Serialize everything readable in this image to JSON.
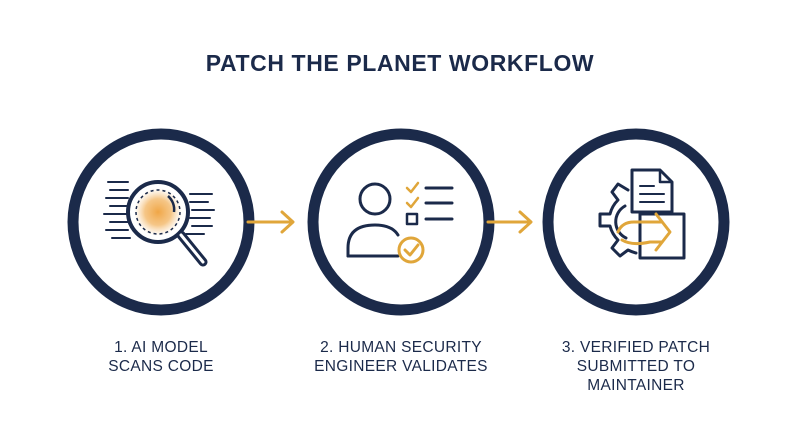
{
  "title": "PATCH THE PLANET WORKFLOW",
  "colors": {
    "navy": "#1b2a4a",
    "gold": "#e0a63a",
    "highlight": "#f0a646"
  },
  "steps": [
    {
      "icon": "magnifier-scan-icon",
      "label_lines": [
        "1. AI MODEL",
        "SCANS CODE"
      ]
    },
    {
      "icon": "engineer-checklist-icon",
      "label_lines": [
        "2. HUMAN SECURITY",
        "ENGINEER VALIDATES"
      ]
    },
    {
      "icon": "gear-patch-submit-icon",
      "label_lines": [
        "3. VERIFIED PATCH",
        "SUBMITTED TO",
        "MAINTAINER"
      ]
    }
  ]
}
